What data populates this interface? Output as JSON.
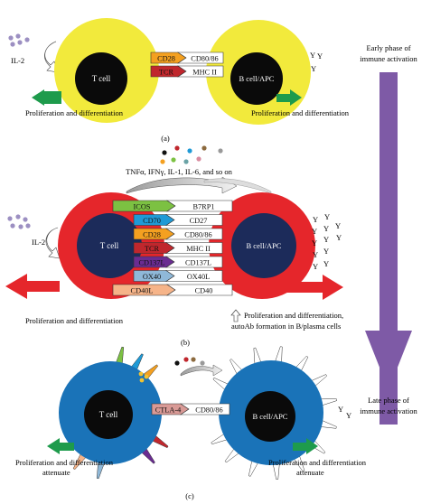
{
  "panel_a": {
    "il2": "IL-2",
    "t_cell": "T cell",
    "b_cell": "B cell/APC",
    "pairs": [
      {
        "left": "CD28",
        "right": "CD80/86",
        "color": "#f4a020"
      },
      {
        "left": "TCR",
        "right": "MHC II",
        "color": "#c0272d"
      }
    ],
    "left_caption": "Proliferation and differentiation",
    "right_caption": "Proliferation and differentiation",
    "label": "(a)",
    "antibody": "Y"
  },
  "panel_b": {
    "cytokines": "TNFα, IFNγ, IL-1, IL-6, and so on",
    "il2": "IL-2",
    "t_cell": "T cell",
    "b_cell": "B cell/APC",
    "pairs": [
      {
        "left": "ICOS",
        "right": "B7RP1",
        "color": "#7cc142"
      },
      {
        "left": "CD70",
        "right": "CD27",
        "color": "#1f9ad6"
      },
      {
        "left": "CD28",
        "right": "CD80/86",
        "color": "#f4a020"
      },
      {
        "left": "TCR",
        "right": "MHC II",
        "color": "#c0272d"
      },
      {
        "left": "CD137L",
        "right": "CD137L",
        "color": "#6a2c91"
      },
      {
        "left": "OX40",
        "right": "OX40L",
        "color": "#8fb8d8"
      },
      {
        "left": "CD40L",
        "right": "CD40",
        "color": "#f6b489"
      }
    ],
    "left_caption": "Proliferation and differentiation",
    "right_caption_1": "Proliferation and differentiation,",
    "right_caption_2": "autoAb formation in B/plasma cells",
    "label": "(b)",
    "antibody": "Y"
  },
  "panel_c": {
    "t_cell": "T cell",
    "b_cell": "B cell/APC",
    "pair": {
      "left": "CTLA-4",
      "right": "CD80/86",
      "color": "#d99a96"
    },
    "left_caption_1": "Proliferation and differentiation",
    "left_caption_2": "attenuate",
    "right_caption_1": "Proliferation and differentiation",
    "right_caption_2": "attenuate",
    "label": "(c)",
    "antibody": "Y"
  },
  "timeline": {
    "early_1": "Early phase of",
    "early_2": "immune activation",
    "late_1": "Late phase of",
    "late_2": "immune activation",
    "color": "#7e5aa6"
  },
  "colors": {
    "activated_ring": "#f2ea3c",
    "chronic_ring": "#e5262b",
    "late_ring": "#1a73b8",
    "nucleus_b": "#1c2b5a",
    "nucleus_c": "#0a0a0a",
    "green_arrow": "#1e9b4c",
    "red_arrow": "#e5262b",
    "dot_color": "#9c8fc2"
  }
}
